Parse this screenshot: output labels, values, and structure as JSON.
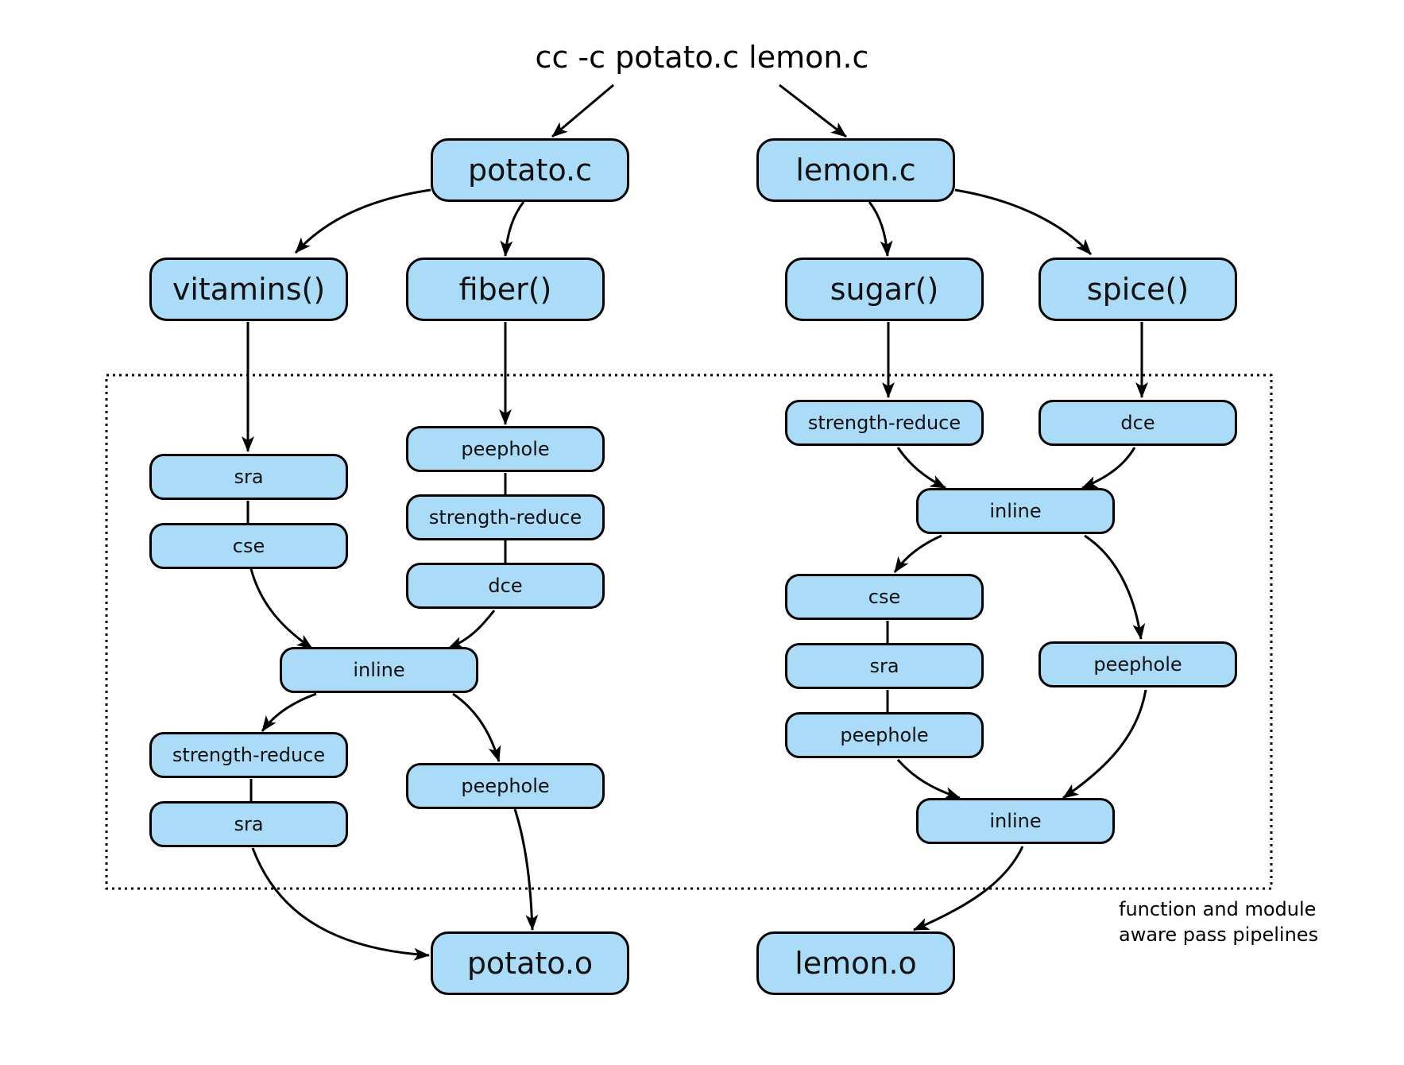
{
  "command": "cc -c potato.c lemon.c",
  "caption": [
    "function and module",
    "aware pass pipelines"
  ],
  "colors": {
    "box_fill": "#aadcf8",
    "stroke": "#000000"
  },
  "nodes": {
    "potato_c": "potato.c",
    "lemon_c": "lemon.c",
    "vitamins": "vitamins()",
    "fiber": "fiber()",
    "sugar": "sugar()",
    "spice": "spice()",
    "v_sra": "sra",
    "v_cse": "cse",
    "f_peephole": "peephole",
    "f_strength": "strength-reduce",
    "f_dce": "dce",
    "p_inline": "inline",
    "p_strength": "strength-reduce",
    "p_sra": "sra",
    "p_peephole": "peephole",
    "s_strength": "strength-reduce",
    "sp_dce": "dce",
    "l_inline1": "inline",
    "l_cse": "cse",
    "l_sra": "sra",
    "l_peephole1": "peephole",
    "l_peephole2": "peephole",
    "l_inline2": "inline",
    "potato_o": "potato.o",
    "lemon_o": "lemon.o"
  }
}
